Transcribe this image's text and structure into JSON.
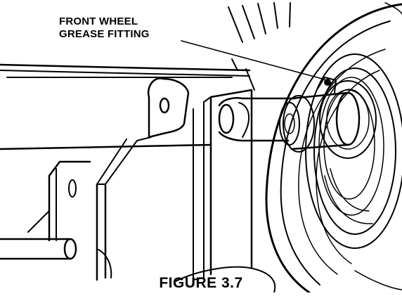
{
  "callout": {
    "line1": "FRONT WHEEL",
    "line2": "GREASE FITTING"
  },
  "caption": "FIGURE 3.7"
}
